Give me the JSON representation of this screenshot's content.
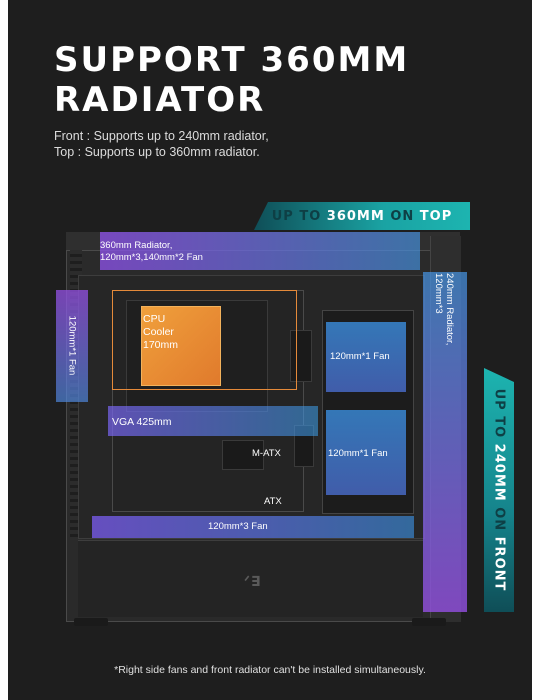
{
  "heading": {
    "line1": "SUPPORT 360MM",
    "line2": "RADIATOR"
  },
  "subtitle": {
    "line1": "Front : Supports up to 240mm radiator,",
    "line2": "Top : Supports up to 360mm radiator."
  },
  "tag_top": {
    "part1": "UP TO ",
    "part2": "360MM",
    "part3": " ON ",
    "part4": "TOP"
  },
  "tag_front": {
    "part1": "UP TO ",
    "part2": "240MM",
    "part3": " ON ",
    "part4": "FRONT"
  },
  "labels": {
    "top_radiator_line1": "360mm Radiator,",
    "top_radiator_line2": "120mm*3,140mm*2 Fan",
    "rear_fan": "120mm*1 Fan",
    "front_radiator_line1": "240mm Radiator,",
    "front_radiator_line2": "120mm*3",
    "cpu_line1": "CPU",
    "cpu_line2": "Cooler",
    "cpu_line3": "170mm",
    "vga": "VGA 425mm",
    "matx": "M-ATX",
    "atx": "ATX",
    "front_fan_1": "120mm*1 Fan",
    "front_fan_2": "120mm*1 Fan",
    "bottom_fans": "120mm*3 Fan"
  },
  "logo_text": "ᐟ∃",
  "footnote": "*Right side fans and front radiator can't be installed simultaneously.",
  "colors": {
    "background": "#1e1e1e",
    "teal": "#1db4b0",
    "purple": "#8c50e6",
    "blue": "#4696e6",
    "orange": "#f0a03c"
  }
}
